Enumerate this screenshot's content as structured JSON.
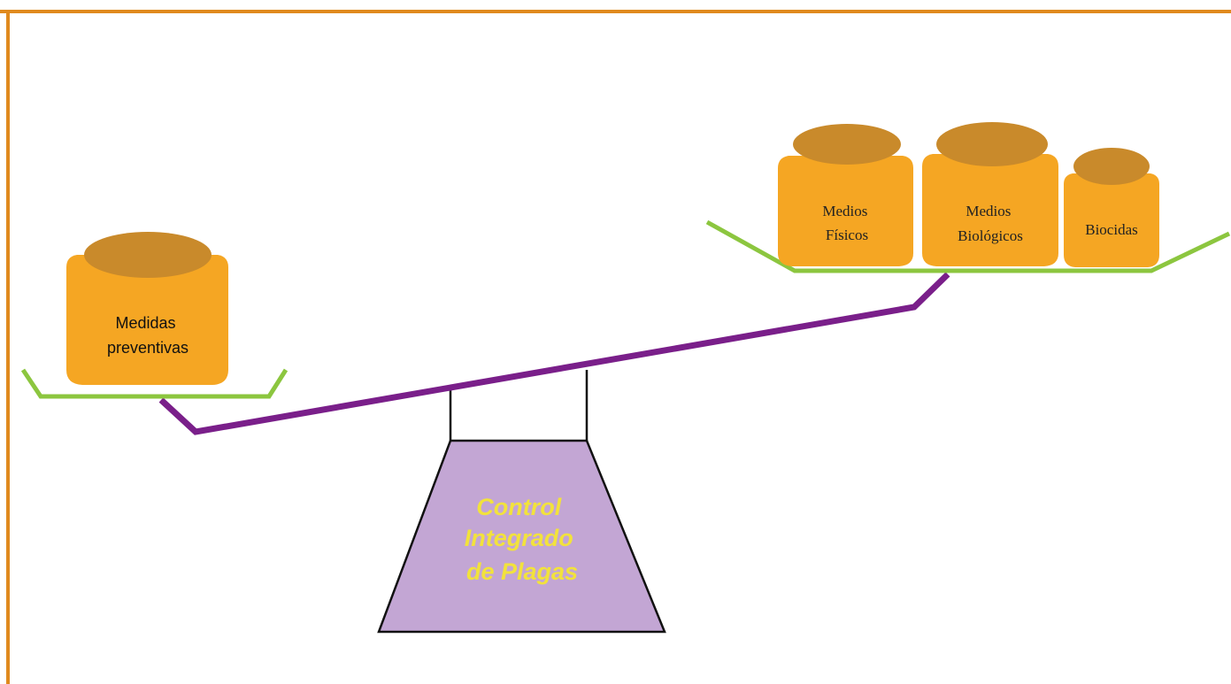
{
  "colors": {
    "frame": "#e08a1e",
    "beam": "#7a1f8a",
    "pan": "#8cc63f",
    "jar_body": "#f5a623",
    "jar_lid": "#c98a2b",
    "base_fill": "#c3a6d4",
    "base_text": "#f2e23c"
  },
  "left_pan": {
    "jars": [
      {
        "lines": [
          "Medidas",
          "preventivas"
        ]
      }
    ]
  },
  "right_pan": {
    "jars": [
      {
        "lines": [
          "Medios",
          "Físicos"
        ]
      },
      {
        "lines": [
          "Medios",
          "Biológicos"
        ]
      },
      {
        "lines": [
          "Biocidas"
        ]
      }
    ]
  },
  "base": {
    "lines": [
      "Control",
      "Integrado",
      "de Plagas"
    ]
  }
}
